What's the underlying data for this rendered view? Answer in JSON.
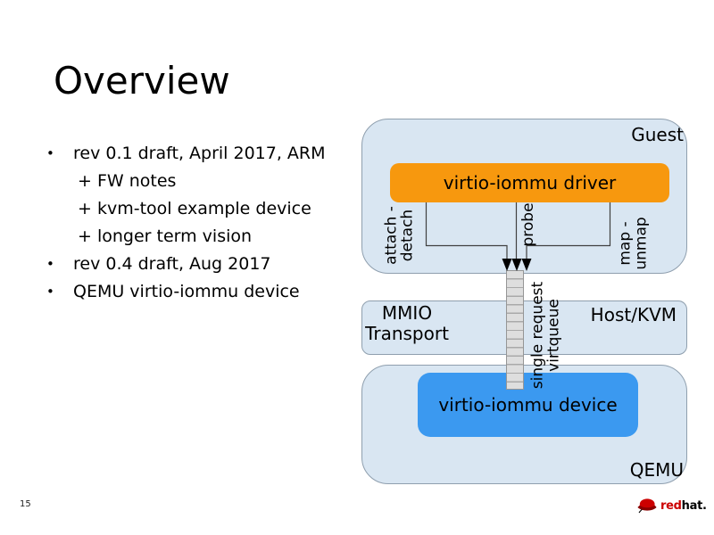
{
  "slide": {
    "title": "Overview",
    "bullets": [
      {
        "marker": "•",
        "text": "rev 0.1 draft, April 2017, ARM",
        "level": 1
      },
      {
        "marker": "",
        "text": "+ FW notes",
        "level": 2
      },
      {
        "marker": "",
        "text": "+ kvm-tool example device",
        "level": 2
      },
      {
        "marker": "",
        "text": "+ longer term vision",
        "level": 2
      },
      {
        "marker": "•",
        "text": "rev 0.4 draft, Aug 2017",
        "level": 1
      },
      {
        "marker": "•",
        "text": "QEMU virtio-iommu device",
        "level": 1
      }
    ]
  },
  "diagram": {
    "guest": {
      "label": "Guest",
      "driver_label": "virtio-iommu driver"
    },
    "edge_labels": {
      "attach_detach": "attach -\ndetach",
      "probe": "probe",
      "map_unmap": "map -\nunmap"
    },
    "transport": {
      "left_label": "MMIO\nTransport",
      "right_label": "Host/KVM"
    },
    "virtqueue_label": "single request\nvirtqueue",
    "qemu": {
      "label": "QEMU",
      "device_label": "virtio-iommu device"
    }
  },
  "footer": {
    "page_number": "15",
    "logo_red": "red",
    "logo_dark": "hat."
  },
  "colors": {
    "panel_blue": "#d9e6f2",
    "panel_border": "#8f9fae",
    "driver_orange": "#f7980e",
    "device_blue": "#3b99f0",
    "queue_fill": "#dedede",
    "queue_stripe": "#a9a9a9",
    "queue_border": "#969696",
    "connector": "#404040",
    "redhat_red": "#cc0000",
    "text_black": "#000000"
  }
}
